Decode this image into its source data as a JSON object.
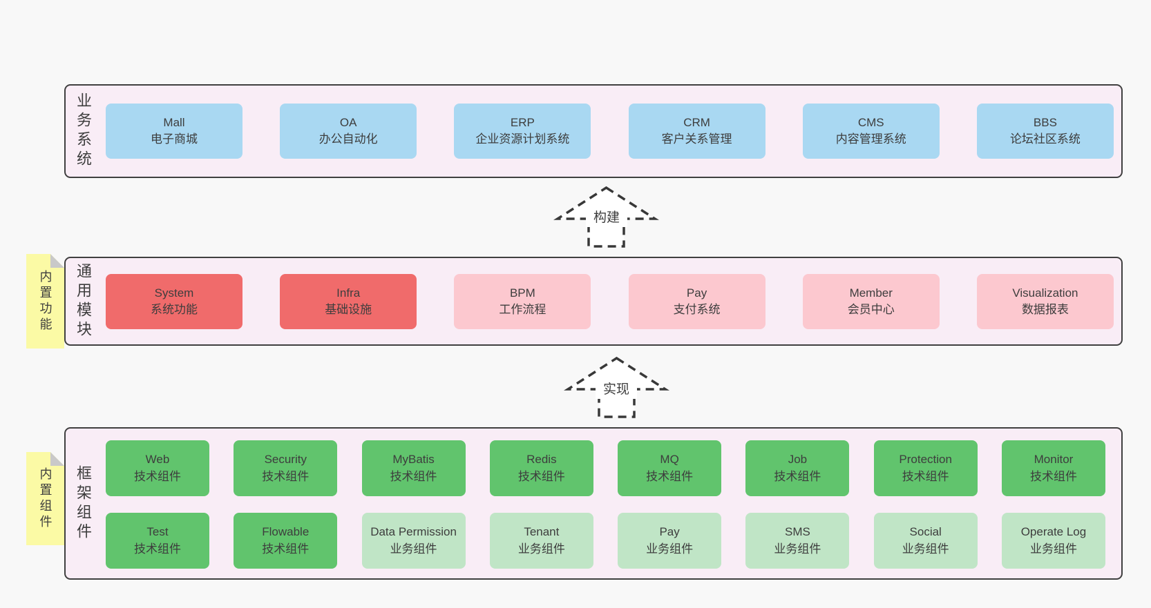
{
  "colors": {
    "page_bg": "#f8f8f8",
    "layer_bg": "#f9edf6",
    "layer_border": "#3f3f3f",
    "note_bg": "#fbfaa5",
    "note_fold": "#c9c9c9",
    "text": "#3d3d3d",
    "arrow": "#383838",
    "blue": "#a9d8f2",
    "red": "#f06b6b",
    "pink": "#fcc8cf",
    "green": "#61c46d",
    "lightgreen": "#c0e5c6"
  },
  "layers": {
    "business": {
      "label": "业务系统",
      "boxes": [
        {
          "title": "Mall",
          "subtitle": "电子商城",
          "variant": "blue"
        },
        {
          "title": "OA",
          "subtitle": "办公自动化",
          "variant": "blue"
        },
        {
          "title": "ERP",
          "subtitle": "企业资源计划系统",
          "variant": "blue"
        },
        {
          "title": "CRM",
          "subtitle": "客户关系管理",
          "variant": "blue"
        },
        {
          "title": "CMS",
          "subtitle": "内容管理系统",
          "variant": "blue"
        },
        {
          "title": "BBS",
          "subtitle": "论坛社区系统",
          "variant": "blue"
        }
      ]
    },
    "modules": {
      "label": "通用模块",
      "note": "内置功能",
      "boxes": [
        {
          "title": "System",
          "subtitle": "系统功能",
          "variant": "red"
        },
        {
          "title": "Infra",
          "subtitle": "基础设施",
          "variant": "red"
        },
        {
          "title": "BPM",
          "subtitle": "工作流程",
          "variant": "pink"
        },
        {
          "title": "Pay",
          "subtitle": "支付系统",
          "variant": "pink"
        },
        {
          "title": "Member",
          "subtitle": "会员中心",
          "variant": "pink"
        },
        {
          "title": "Visualization",
          "subtitle": "数据报表",
          "variant": "pink"
        }
      ]
    },
    "components": {
      "label": "框架组件",
      "note": "内置组件",
      "rows": {
        "0": [
          {
            "title": "Web",
            "subtitle": "技术组件",
            "variant": "green"
          },
          {
            "title": "Security",
            "subtitle": "技术组件",
            "variant": "green"
          },
          {
            "title": "MyBatis",
            "subtitle": "技术组件",
            "variant": "green"
          },
          {
            "title": "Redis",
            "subtitle": "技术组件",
            "variant": "green"
          },
          {
            "title": "MQ",
            "subtitle": "技术组件",
            "variant": "green"
          },
          {
            "title": "Job",
            "subtitle": "技术组件",
            "variant": "green"
          },
          {
            "title": "Protection",
            "subtitle": "技术组件",
            "variant": "green"
          },
          {
            "title": "Monitor",
            "subtitle": "技术组件",
            "variant": "green"
          }
        ],
        "1": [
          {
            "title": "Test",
            "subtitle": "技术组件",
            "variant": "green"
          },
          {
            "title": "Flowable",
            "subtitle": "技术组件",
            "variant": "green"
          },
          {
            "title": "Data Permission",
            "subtitle": "业务组件",
            "variant": "lightgreen"
          },
          {
            "title": "Tenant",
            "subtitle": "业务组件",
            "variant": "lightgreen"
          },
          {
            "title": "Pay",
            "subtitle": "业务组件",
            "variant": "lightgreen"
          },
          {
            "title": "SMS",
            "subtitle": "业务组件",
            "variant": "lightgreen"
          },
          {
            "title": "Social",
            "subtitle": "业务组件",
            "variant": "lightgreen"
          },
          {
            "title": "Operate Log",
            "subtitle": "业务组件",
            "variant": "lightgreen"
          }
        ]
      }
    }
  },
  "arrows": {
    "build": {
      "label": "构建"
    },
    "implement": {
      "label": "实现"
    }
  }
}
